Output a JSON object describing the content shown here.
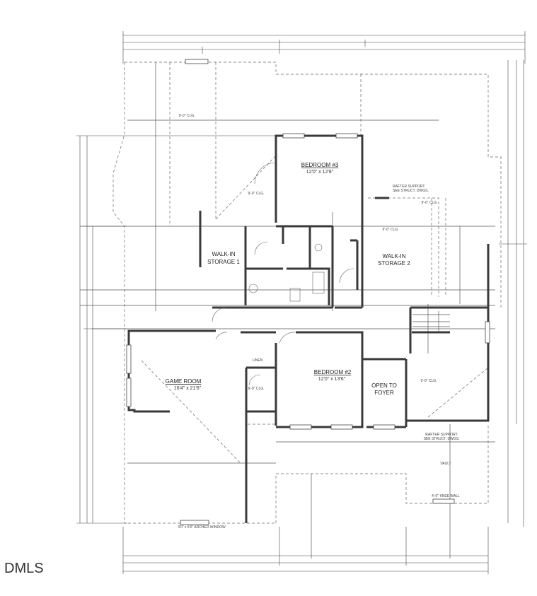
{
  "rooms": [
    {
      "id": "bedroom3",
      "name": "BEDROOM #3",
      "size": "12'0\" x 12'8\""
    },
    {
      "id": "walkin1",
      "name": "WALK-IN",
      "name2": "STORAGE 1"
    },
    {
      "id": "walkin2",
      "name": "WALK-IN",
      "name2": "STORAGE 2"
    },
    {
      "id": "gameroom",
      "name": "GAME ROOM",
      "size": "16'4\" x 21'6\""
    },
    {
      "id": "bedroom2",
      "name": "BEDROOM #2",
      "size": "12'0\" x 13'6\""
    },
    {
      "id": "foyer",
      "name": "OPEN TO",
      "name2": "FOYER"
    }
  ],
  "notes": {
    "linen": "LINEN",
    "clg_a": "9'-0\" CLG.",
    "clg_b": "9'-0\" CLG.",
    "clg_c": "9'-0\" CLG.",
    "clg_d": "9'-0\" CLG.",
    "clg_e": "9'-0\" CLG.",
    "clg_f": "9'-0\" CLG.",
    "rafter1": "RAFTER SUPPORT",
    "rafter1b": "SEE STRUCT. DWGS.",
    "rafter2": "RAFTER SUPPORT",
    "rafter2b": "SEE STRUCT. DWGS.",
    "vault": "VAULT",
    "kneewall": "4'-0\" KNEE WALL",
    "window_note": "3'0\" x 5'0\" ARCHED WINDOW"
  },
  "watermark": "DMLS"
}
